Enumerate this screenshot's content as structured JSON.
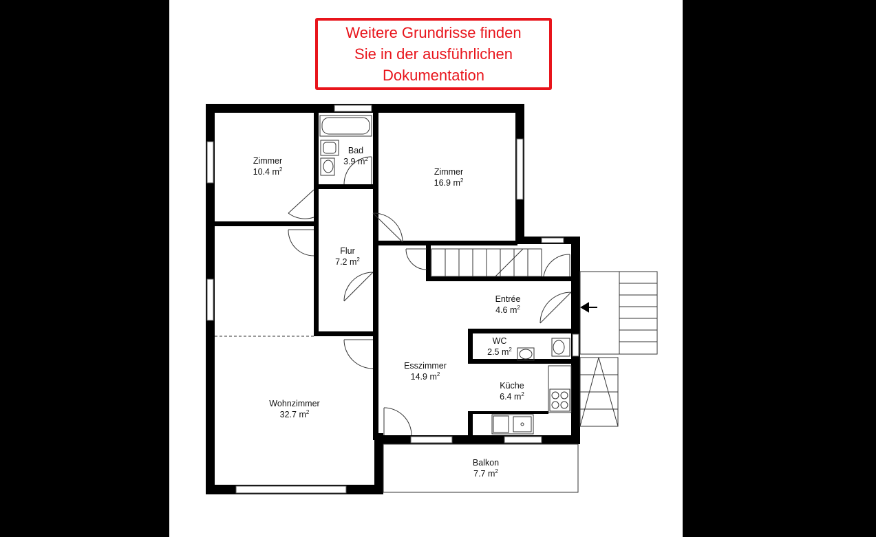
{
  "notice": {
    "lines": [
      "Weitere Grundrisse finden",
      "Sie in der ausführlichen",
      "Dokumentation"
    ]
  },
  "area_unit": "m",
  "area_exponent": "2",
  "rooms": [
    {
      "id": "zimmer-1",
      "name": "Zimmer",
      "area": "10.4"
    },
    {
      "id": "bad",
      "name": "Bad",
      "area": "3.9"
    },
    {
      "id": "zimmer-2",
      "name": "Zimmer",
      "area": "16.9"
    },
    {
      "id": "flur",
      "name": "Flur",
      "area": "7.2"
    },
    {
      "id": "entree",
      "name": "Entrée",
      "area": "4.6"
    },
    {
      "id": "wc",
      "name": "WC",
      "area": "2.5"
    },
    {
      "id": "esszimmer",
      "name": "Esszimmer",
      "area": "14.9"
    },
    {
      "id": "kueche",
      "name": "Küche",
      "area": "6.4"
    },
    {
      "id": "wohnzimmer",
      "name": "Wohnzimmer",
      "area": "32.7"
    },
    {
      "id": "balkon",
      "name": "Balkon",
      "area": "7.7"
    }
  ],
  "colors": {
    "wall": "#000000",
    "notice": "#e8141b",
    "background": "#000000",
    "sheet": "#ffffff"
  }
}
